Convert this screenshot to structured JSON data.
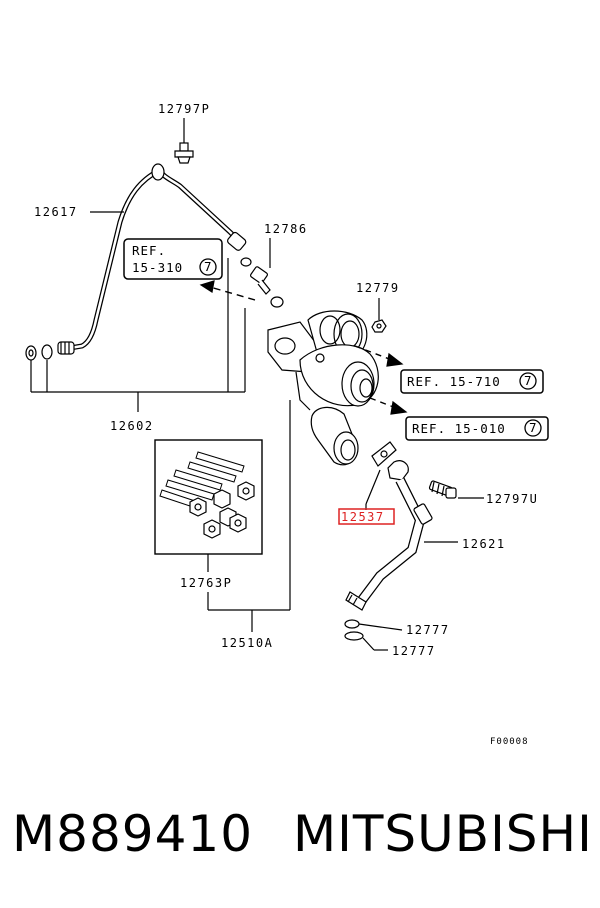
{
  "labels": {
    "p12797P": "12797P",
    "p12617": "12617",
    "p12786": "12786",
    "p12779": "12779",
    "p12602": "12602",
    "p12537": "12537",
    "p12797U": "12797U",
    "p12621": "12621",
    "p12763P": "12763P",
    "p12510A": "12510A",
    "p12777a": "12777",
    "p12777b": "12777"
  },
  "refs": {
    "ref1_line1": "REF.",
    "ref1_line2": "15-310",
    "ref1_num": "7",
    "ref2": "REF. 15-710",
    "ref2_num": "7",
    "ref3": "REF. 15-010",
    "ref3_num": "7"
  },
  "figure_code": "F00008",
  "footer": {
    "part_number": "M889410",
    "brand": "MITSUBISHI"
  },
  "colors": {
    "highlight": "#dd2222",
    "line": "#000000"
  }
}
